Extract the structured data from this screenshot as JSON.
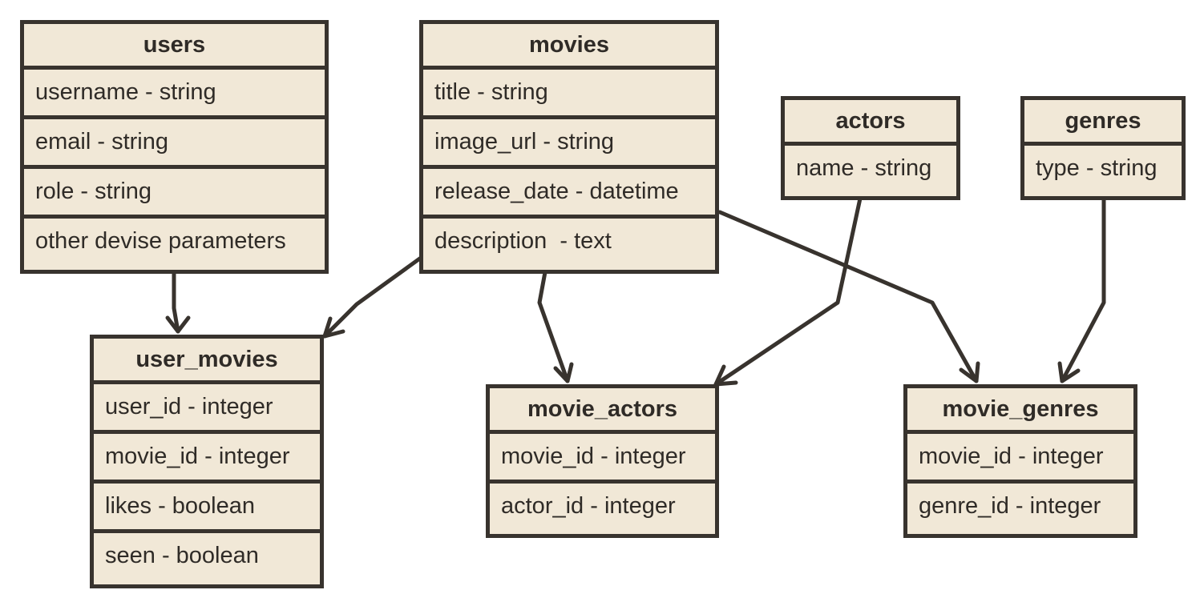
{
  "diagram": {
    "type": "entity-relationship",
    "colors": {
      "box_fill": "#f1e8d7",
      "border": "#38332e",
      "text": "#2f2b27",
      "edge": "#38332e"
    },
    "entities": [
      {
        "id": "users",
        "title": "users",
        "fields": [
          "username - string",
          "email - string",
          "role - string",
          "other devise parameters"
        ]
      },
      {
        "id": "movies",
        "title": "movies",
        "fields": [
          "title - string",
          "image_url - string",
          "release_date - datetime",
          "description  - text"
        ]
      },
      {
        "id": "actors",
        "title": "actors",
        "fields": [
          "name - string"
        ]
      },
      {
        "id": "genres",
        "title": "genres",
        "fields": [
          "type - string"
        ]
      },
      {
        "id": "user_movies",
        "title": "user_movies",
        "fields": [
          "user_id - integer",
          "movie_id - integer",
          "likes - boolean",
          "seen - boolean"
        ]
      },
      {
        "id": "movie_actors",
        "title": "movie_actors",
        "fields": [
          "movie_id - integer",
          "actor_id - integer"
        ]
      },
      {
        "id": "movie_genres",
        "title": "movie_genres",
        "fields": [
          "movie_id - integer",
          "genre_id - integer"
        ]
      }
    ],
    "relationships": [
      {
        "from": "users",
        "to": "user_movies"
      },
      {
        "from": "movies",
        "to": "user_movies"
      },
      {
        "from": "movies",
        "to": "movie_actors"
      },
      {
        "from": "actors",
        "to": "movie_actors"
      },
      {
        "from": "movies",
        "to": "movie_genres"
      },
      {
        "from": "genres",
        "to": "movie_genres"
      }
    ]
  }
}
